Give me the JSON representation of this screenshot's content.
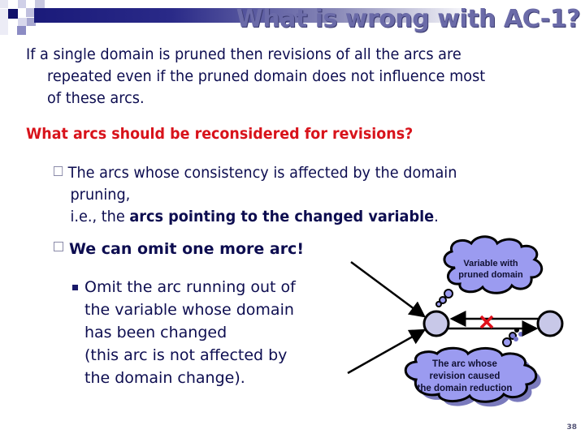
{
  "slide": {
    "title": "What is wrong with AC-1?",
    "intro": {
      "line1": "If a single domain is pruned then revisions of all the arcs are",
      "line2": "repeated even if the pruned domain does not influence most",
      "line3": "of these arcs."
    },
    "question": "What arcs should be reconsidered for revisions?",
    "bullets": [
      {
        "text_part1": "The arcs whose consistency is affected by the domain",
        "text_part2": "pruning,",
        "text_part3_prefix": "i.e., the ",
        "text_part3_bold": "arcs pointing to the changed variable",
        "text_part3_suffix": "."
      },
      {
        "text": "We can omit one more arc!",
        "sub_bullets": [
          {
            "lines": [
              "Omit the arc running out of",
              "the variable whose domain",
              "has been changed",
              "(this arc is not affected by",
              "the domain change)."
            ]
          }
        ]
      }
    ],
    "diagram": {
      "cloud_top_line1": "Variable with",
      "cloud_top_line2": "pruned domain",
      "cloud_bottom_line1": "The arc whose",
      "cloud_bottom_line2": "revision caused",
      "cloud_bottom_line3": "the domain reduction",
      "cross_symbol": "✕"
    },
    "page_number": "38",
    "colors": {
      "text": "#0d0d50",
      "question": "#d8131b",
      "title": "#6b6ba8",
      "cloud_fill": "#9b9bf0",
      "node_fill": "#c8c8e8",
      "cross": "#e0101a"
    }
  }
}
